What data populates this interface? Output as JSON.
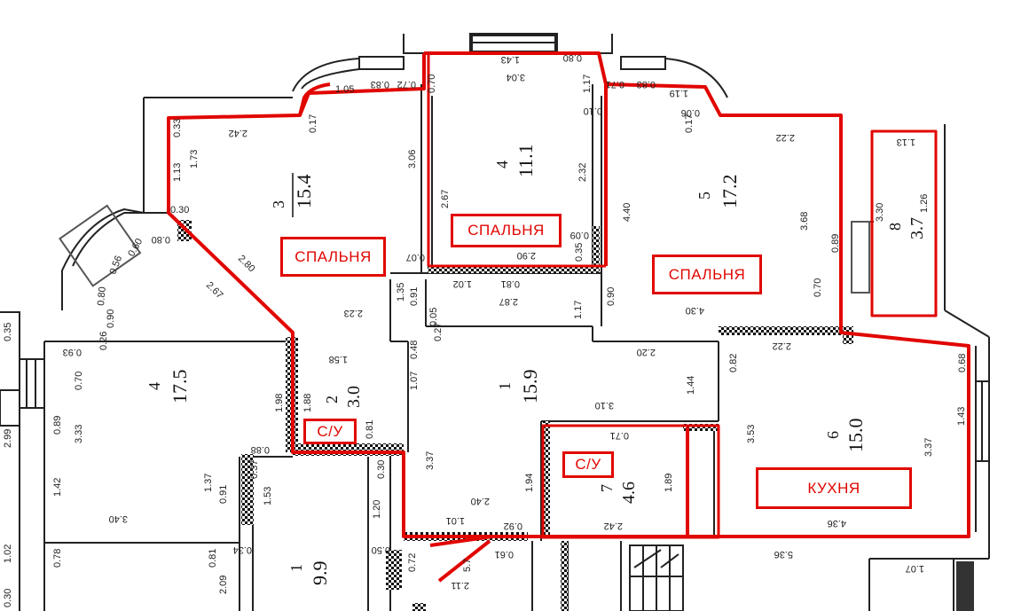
{
  "labels": {
    "bedroom_left": "СПАЛЬНЯ",
    "bedroom_middle": "СПАЛЬНЯ",
    "bedroom_right": "СПАЛЬНЯ",
    "bath_left": "С/У",
    "bath_center": "С/У",
    "kitchen": "КУХНЯ"
  },
  "rooms": {
    "r3": {
      "num": "3",
      "area": "15.4"
    },
    "r4top": {
      "num": "4",
      "area": "11.1"
    },
    "r5": {
      "num": "5",
      "area": "17.2"
    },
    "r8": {
      "num": "8",
      "area": "3.7"
    },
    "r4left": {
      "num": "4",
      "area": "17.5"
    },
    "r2": {
      "num": "2",
      "area": "3.0"
    },
    "r1hall": {
      "num": "1",
      "area": "15.9"
    },
    "r7": {
      "num": "7",
      "area": "4.6"
    },
    "r6": {
      "num": "6",
      "area": "15.0"
    },
    "r1lower": {
      "num": "1",
      "area": "9.9"
    }
  },
  "dims": {
    "d_1_05": "1.05",
    "d_0_83": "0.83",
    "d_0_72": "0.72",
    "d_0_70": "0.70",
    "d_1_43top": "1.43",
    "d_3_04": "3.04",
    "d_0_80": "0.80",
    "d_1_17": "1.17",
    "d_0_71": "0.71",
    "d_1_19": "1.19",
    "d_0_06": "0.06",
    "d_2_42": "2.42",
    "d_0_33": "0.33",
    "d_1_13": "1.13",
    "d_1_73": "1.73",
    "d_0_17": "0.17",
    "d_3_06": "3.06",
    "d_2_67": "2.67",
    "d_2_32": "2.32",
    "d_0_10": "0.10",
    "d_4_40": "4.40",
    "d_3_68": "3.68",
    "d_0_89": "0.89",
    "d_2_22": "2.22",
    "d_1_13r": "1.13",
    "d_3_30": "3.30",
    "d_1_26": "1.26",
    "d_0_30": "0.30",
    "d_0_80b": "0.80",
    "d_0_60": "0.60",
    "d_0_56": "0.56",
    "d_2_80": "2.80",
    "d_0_07": "0.07",
    "d_2_90": "2.90",
    "d_0_35": "0.35",
    "d_0_09": "0.09",
    "d_1_35": "1.35",
    "d_0_91": "0.91",
    "d_1_02": "1.02",
    "d_0_81": "0.81",
    "d_2_87": "2.87",
    "d_1_17b": "1.17",
    "d_0_90": "0.90",
    "d_4_30": "4.30",
    "d_0_70r": "0.70",
    "d_2_23": "2.23",
    "d_0_05": "0.05",
    "d_0_27": "0.27",
    "d_0_48": "0.48",
    "d_1_58": "1.58",
    "d_1_07": "1.07",
    "d_2_20": "2.20",
    "d_2_22b": "2.22",
    "d_0_82": "0.82",
    "d_0_68": "0.68",
    "d_1_44": "1.44",
    "d_0_93": "0.93",
    "d_0_70l": "0.70",
    "d_0_89l": "0.89",
    "d_3_33": "3.33",
    "d_1_98": "1.98",
    "d_1_88": "1.88",
    "d_0_81b": "0.81",
    "d_3_10": "3.10",
    "d_0_71b": "0.71",
    "d_3_53": "3.53",
    "d_3_37": "3.37",
    "d_1_43": "1.43",
    "d_1_42": "1.42",
    "d_3_40": "3.40",
    "d_1_37": "1.37",
    "d_0_91b": "0.91",
    "d_0_88": "0.88",
    "d_0_37": "0.37",
    "d_1_53": "1.53",
    "d_0_30b": "0.30",
    "d_1_20": "1.20",
    "d_3_37c": "3.37",
    "d_2_40": "2.40",
    "d_1_94": "1.94",
    "d_1_89": "1.89",
    "d_2_42b": "2.42",
    "d_4_36": "4.36",
    "d_1_01": "1.01",
    "d_0_92": "0.92",
    "d_0_61": "0.61",
    "d_5_7": "5.7",
    "d_2_11": "2.11",
    "d_5_36": "5.36",
    "d_1_07b": "1.07",
    "d_0_78": "0.78",
    "d_0_81c": "0.81",
    "d_0_34": "0.34",
    "d_2_09": "2.09",
    "d_0_50": "0.50",
    "d_0_72b": "0.72",
    "d_2_99": "2.99",
    "d_1_02l": "1.02",
    "d_0_30l": "0.30",
    "d_0_26": "0.26",
    "d_0_06b": "0.06",
    "d_0_35l": "0.35"
  },
  "colors": {
    "highlight": "#e10600",
    "wall": "#222222",
    "grid_dark": "#111111"
  }
}
